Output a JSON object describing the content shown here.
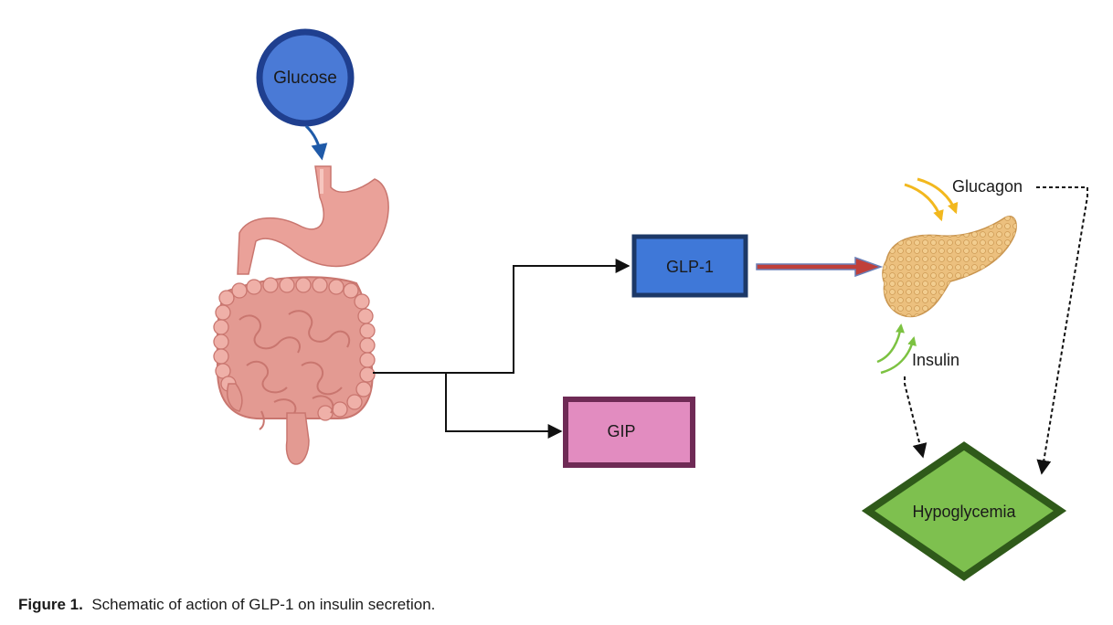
{
  "nodes": {
    "glucose": {
      "label": "Glucose",
      "fill": "#4a7ad6",
      "stroke": "#1f3f8f"
    },
    "glp1": {
      "label": "GLP-1",
      "fill": "#3f78d8",
      "stroke": "#1c3867"
    },
    "gip": {
      "label": "GIP",
      "fill": "#e28cc0",
      "stroke": "#6f2a55"
    },
    "glucagon": {
      "label": "Glucagon",
      "arrow_color": "#f2b81e"
    },
    "insulin": {
      "label": "Insulin",
      "arrow_color": "#7cc241"
    },
    "hypoglycemia": {
      "label": "Hypoglycemia",
      "fill": "#7ec04f",
      "stroke": "#2f5a1a"
    }
  },
  "organs": {
    "stomach": {
      "color": "#eaa199"
    },
    "intestines": {
      "color": "#e39a92",
      "dark": "#c9766f"
    },
    "pancreas": {
      "color": "#ecc07e",
      "dark": "#c9954f"
    }
  },
  "arrows": {
    "glp1_to_pancreas": {
      "color": "#c0403a",
      "outline": "#6a7fb6"
    }
  },
  "caption": {
    "label": "Figure 1.",
    "text": "Schematic of action of GLP-1 on insulin secretion."
  }
}
